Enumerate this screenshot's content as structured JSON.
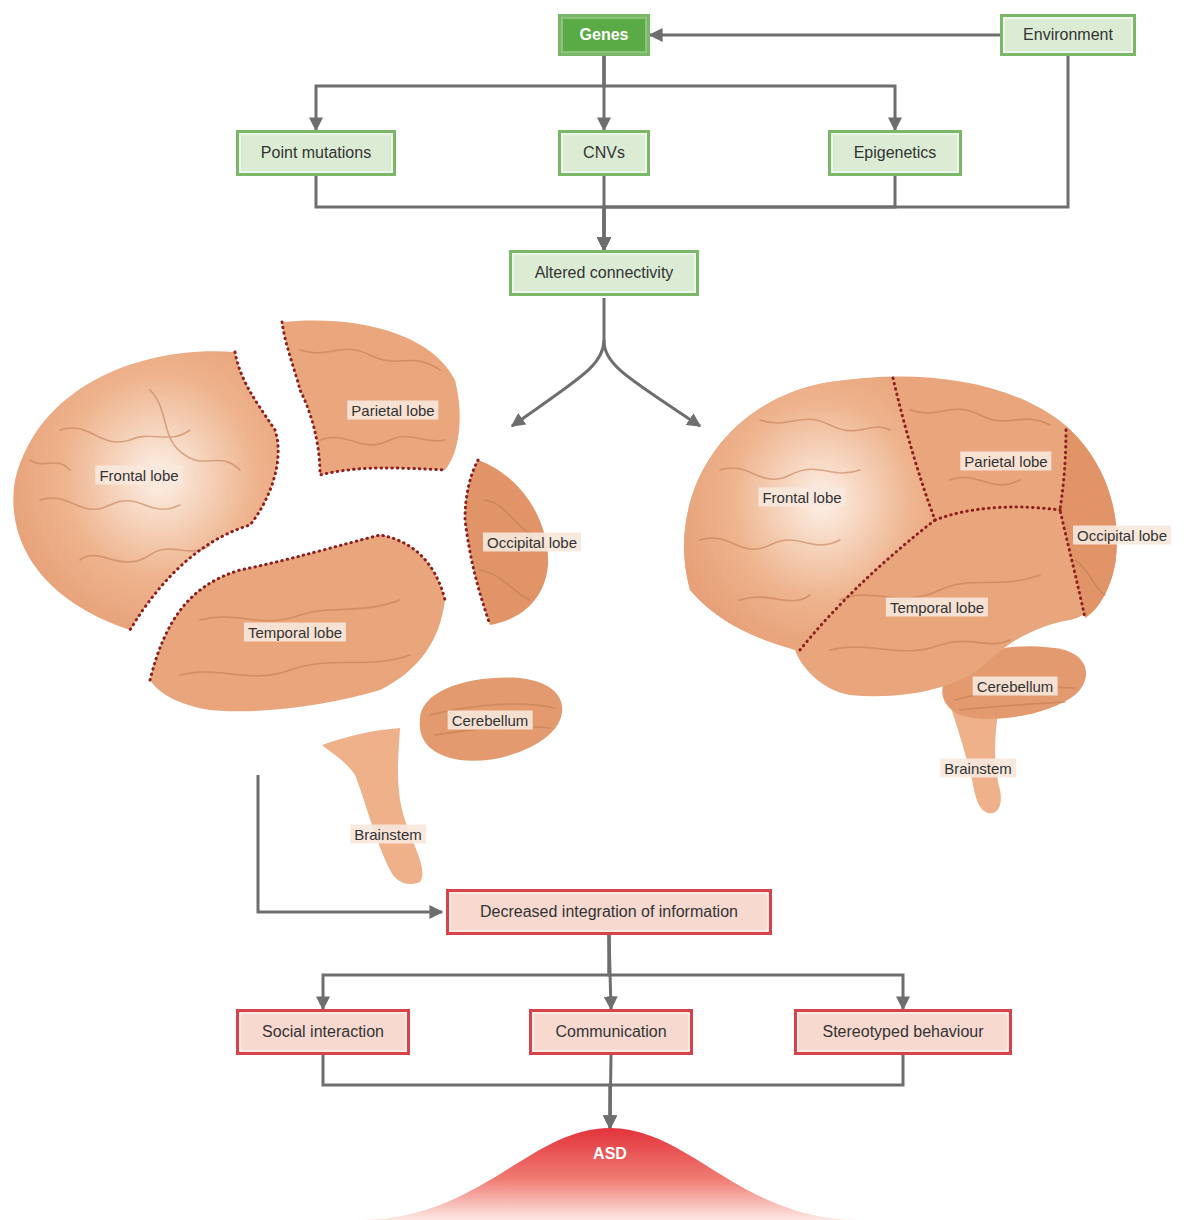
{
  "diagram": {
    "nodes": [
      {
        "text": [
          "Genes"
        ]
      },
      {
        "text": [
          "Environment"
        ]
      },
      {
        "text": [
          "Point mutations"
        ]
      },
      {
        "text": [
          "CNVs"
        ]
      },
      {
        "text": [
          "Epigenetics"
        ]
      },
      {
        "text": [
          "Altered connectivity"
        ]
      },
      {
        "text": [
          "Decreased integration of information"
        ]
      },
      {
        "text": [
          "Social interaction"
        ]
      },
      {
        "text": [
          "Communication"
        ]
      },
      {
        "text": [
          "Stereotyped behaviour"
        ]
      },
      {
        "text": [
          "ASD"
        ]
      }
    ],
    "edges": [
      {
        "from": 1,
        "to": 0,
        "arrow": "to"
      },
      {
        "from": 0,
        "to": 2,
        "arrow": "to"
      },
      {
        "from": 0,
        "to": 3,
        "arrow": "to"
      },
      {
        "from": 0,
        "to": 4,
        "arrow": "to"
      },
      {
        "from": 2,
        "to": 5,
        "arrow": "to"
      },
      {
        "from": 3,
        "to": 5,
        "arrow": "to"
      },
      {
        "from": 4,
        "to": 5,
        "arrow": "to"
      },
      {
        "from": 1,
        "to": 5,
        "arrow": "to"
      },
      {
        "from": 6,
        "to": 7,
        "arrow": "to"
      },
      {
        "from": 6,
        "to": 8,
        "arrow": "to"
      },
      {
        "from": 6,
        "to": 9,
        "arrow": "to"
      },
      {
        "from": 7,
        "to": 10,
        "arrow": "to"
      },
      {
        "from": 8,
        "to": 10,
        "arrow": "to"
      },
      {
        "from": 9,
        "to": 10,
        "arrow": "to"
      }
    ],
    "labels": [
      "Parietal lobe",
      "Frontal lobe",
      "Occipital lobe",
      "Temporal lobe",
      "Cerebellum",
      "Brainstem",
      "Frontal lobe",
      "Parietal lobe",
      "Occipital lobe",
      "Temporal lobe",
      "Cerebellum",
      "Brainstem"
    ]
  }
}
